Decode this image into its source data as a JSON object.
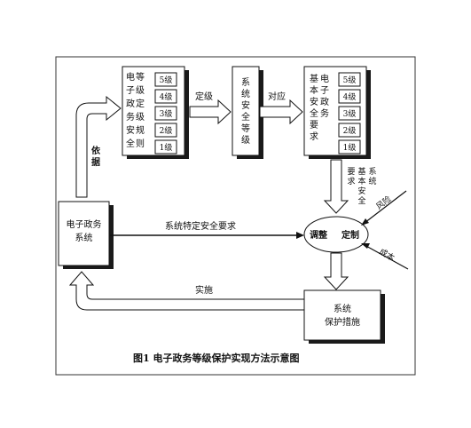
{
  "rule_box": {
    "text": "电子政务安全等级定级规则"
  },
  "levels": [
    "5级",
    "4级",
    "3级",
    "2级",
    "1级"
  ],
  "system_level_box": {
    "text": "系统安全等级"
  },
  "basic_req_box": {
    "text": "基本安全要求电子政务"
  },
  "egov_box": {
    "line1": "电子政务",
    "line2": "系统"
  },
  "protect_box": {
    "line1": "系统",
    "line2": "保护措施"
  },
  "ellipse": {
    "left": "调整",
    "right": "定制"
  },
  "labels": {
    "dingji": "定级",
    "duiying": "对应",
    "yiju": "依据",
    "specific_req": "系统特定安全要求",
    "shishi": "实施",
    "sys_basic_req": "系统基本安全要求",
    "fengxian": "风险",
    "chengben": "成本"
  },
  "caption": "图1 电子政务等级保护实现方法示意图",
  "colors": {
    "line": "#111111",
    "shadow": "#1a1a1a",
    "box": "#ffffff"
  }
}
